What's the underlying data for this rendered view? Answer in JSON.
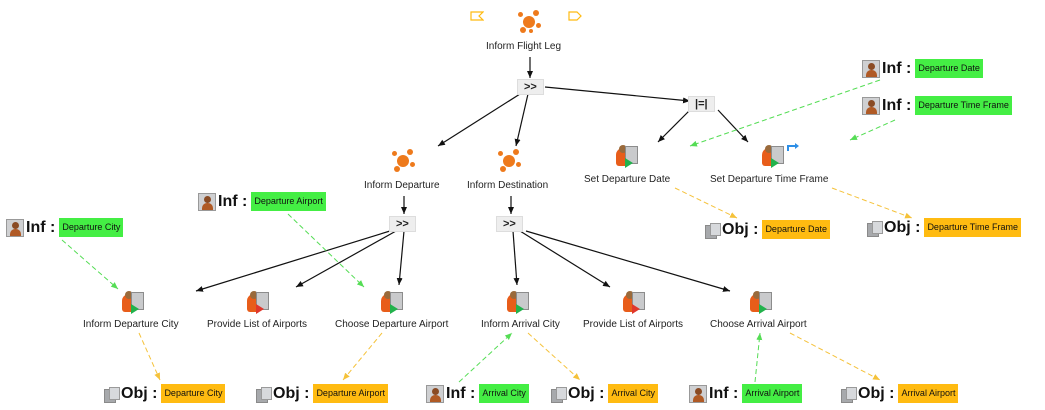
{
  "goals": {
    "root": "Inform Flight Leg",
    "departure": "Inform Departure",
    "destination": "Inform Destination"
  },
  "operators": {
    "seq_root": ">>",
    "concurrent": "|=|",
    "seq_departure": ">>",
    "seq_destination": ">>"
  },
  "tasks": {
    "set_departure_date": "Set Departure Date",
    "set_departure_time_frame": "Set Departure Time Frame",
    "inform_departure_city": "Inform Departure City",
    "provide_list_airports_1": "Provide List of Airports",
    "choose_departure_airport": "Choose Departure Airport",
    "inform_arrival_city": "Inform Arrival City",
    "provide_list_airports_2": "Provide List of Airports",
    "choose_arrival_airport": "Choose Arrival Airport"
  },
  "keywords": {
    "inf": "Inf :",
    "obj": "Obj :"
  },
  "inf_items": {
    "departure_date": "Departure Date",
    "departure_time_frame": "Departure Time Frame",
    "departure_airport": "Departure Airport",
    "departure_city": "Departure City",
    "arrival_city": "Arrival City",
    "arrival_airport": "Arrival Airport"
  },
  "obj_items": {
    "departure_date": "Departure Date",
    "departure_time_frame": "Departure Time Frame",
    "departure_city": "Departure City",
    "departure_airport": "Departure Airport",
    "arrival_city": "Arrival City",
    "arrival_airport": "Arrival Airport"
  },
  "colors": {
    "inf_badge": "#44ee44",
    "obj_badge": "#ffbb11",
    "goal_icon": "#ee7a1c",
    "edge_black": "#111111",
    "edge_green": "#55dd55",
    "edge_yellow": "#f5c23a"
  },
  "icons": {
    "goal": "splat-icon",
    "interaction_task": "user-task-icon",
    "system_task": "system-task-icon",
    "inf_marker": "person-icon",
    "obj_marker": "document-icon"
  }
}
